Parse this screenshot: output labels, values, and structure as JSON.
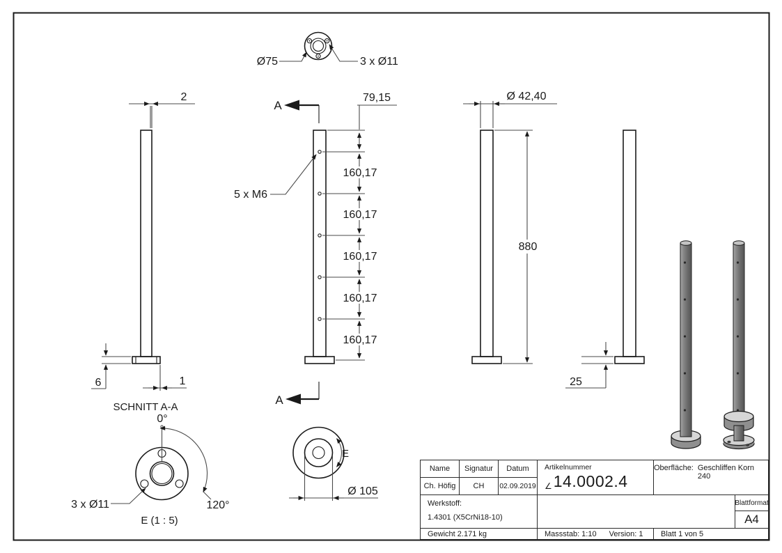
{
  "colors": {
    "line": "#1a1a1a",
    "dimension_line": "#4a4a4a",
    "metal_mid": "#7d7d7d",
    "metal_light": "#d6d6d6",
    "metal_dark": "#555555",
    "background": "#ffffff"
  },
  "views": {
    "top": {
      "flange_dia": "Ø75",
      "holes": "3 x Ø11"
    },
    "left": {
      "wall_thickness": "2",
      "plate_height": "6",
      "edge_offset": "1"
    },
    "section": {
      "title": "SCHNITT A-A",
      "angle_zero": "0°",
      "angle_pitch": "120°",
      "holes": "3 x Ø11",
      "detail_scale": "E (1 : 5)"
    },
    "front": {
      "section_mark": "A",
      "top_spacing": "79,15",
      "spacings": [
        "160,17",
        "160,17",
        "160,17",
        "160,17",
        "160,17"
      ],
      "thread": "5 x M6",
      "detail_mark": "E",
      "flange_dia": "Ø 105"
    },
    "side": {
      "tube_dia": "Ø 42,40",
      "height": "880",
      "plate": "25"
    }
  },
  "title_block": {
    "name_label": "Name",
    "signatur_label": "Signatur",
    "datum_label": "Datum",
    "name_value": "Ch. Höfig",
    "signatur_value": "CH",
    "datum_value": "02.09.2019",
    "artikelnummer_label": "Artikelnummer",
    "artikelnummer_prefix": "∠",
    "artikelnummer_value": "14.0002.4",
    "oberflaeche_label": "Oberfläche:",
    "oberflaeche_value": "Geschliffen Korn 240",
    "werkstoff_label": "Werkstoff:",
    "werkstoff_value": "1.4301 (X5CrNi18-10)",
    "blattformat_label": "Blattformat",
    "blattformat_value": "A4",
    "gewicht": "Gewicht 2.171 kg",
    "massstab": "Massstab: 1:10",
    "version": "Version: 1",
    "blatt": "Blatt 1 von 5"
  }
}
